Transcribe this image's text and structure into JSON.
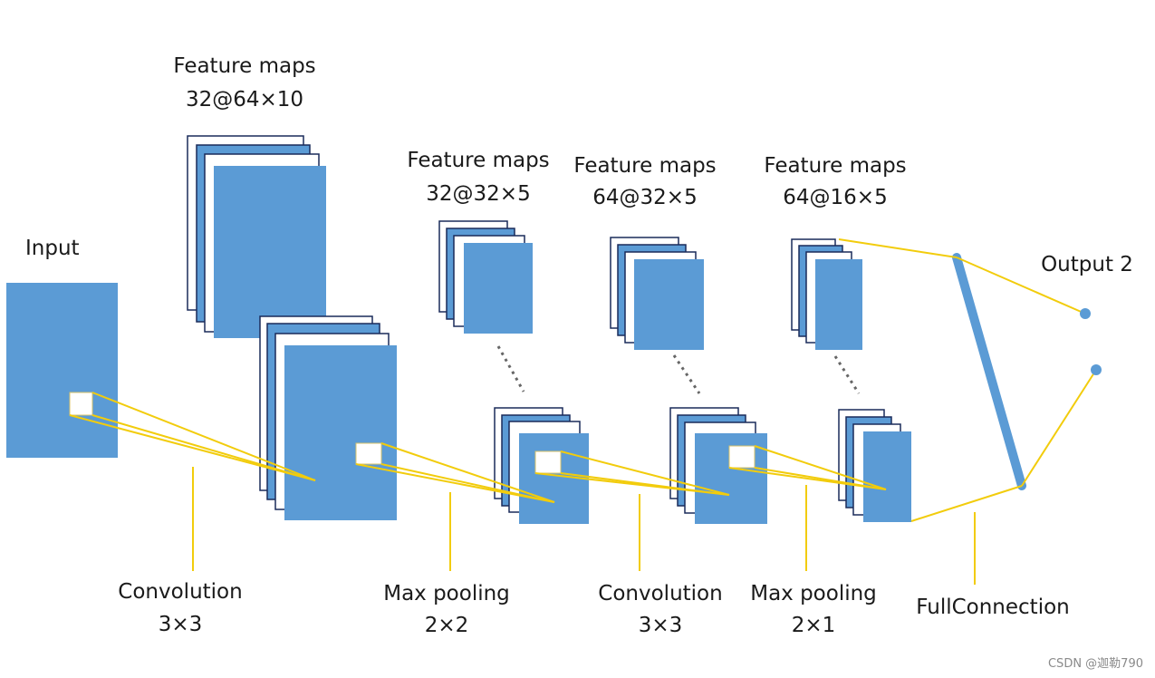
{
  "colors": {
    "map_fill": "#5b9bd5",
    "map_stroke": "#1a2b5a",
    "connector": "#f2cc0c",
    "text": "#1a1a1a"
  },
  "labels": {
    "input": "Input",
    "fm1": {
      "title": "Feature maps",
      "dims": "32@64×10"
    },
    "fm2": {
      "title": "Feature maps",
      "dims": "32@32×5"
    },
    "fm3": {
      "title": "Feature maps",
      "dims": "64@32×5"
    },
    "fm4": {
      "title": "Feature maps",
      "dims": "64@16×5"
    },
    "output": "Output 2",
    "ops": [
      {
        "name": "Convolution",
        "size": "3×3"
      },
      {
        "name": "Max pooling",
        "size": "2×2"
      },
      {
        "name": "Convolution",
        "size": "3×3"
      },
      {
        "name": "Max pooling",
        "size": "2×1"
      }
    ],
    "full": "FullConnection"
  },
  "watermark": "CSDN @迦勒790"
}
